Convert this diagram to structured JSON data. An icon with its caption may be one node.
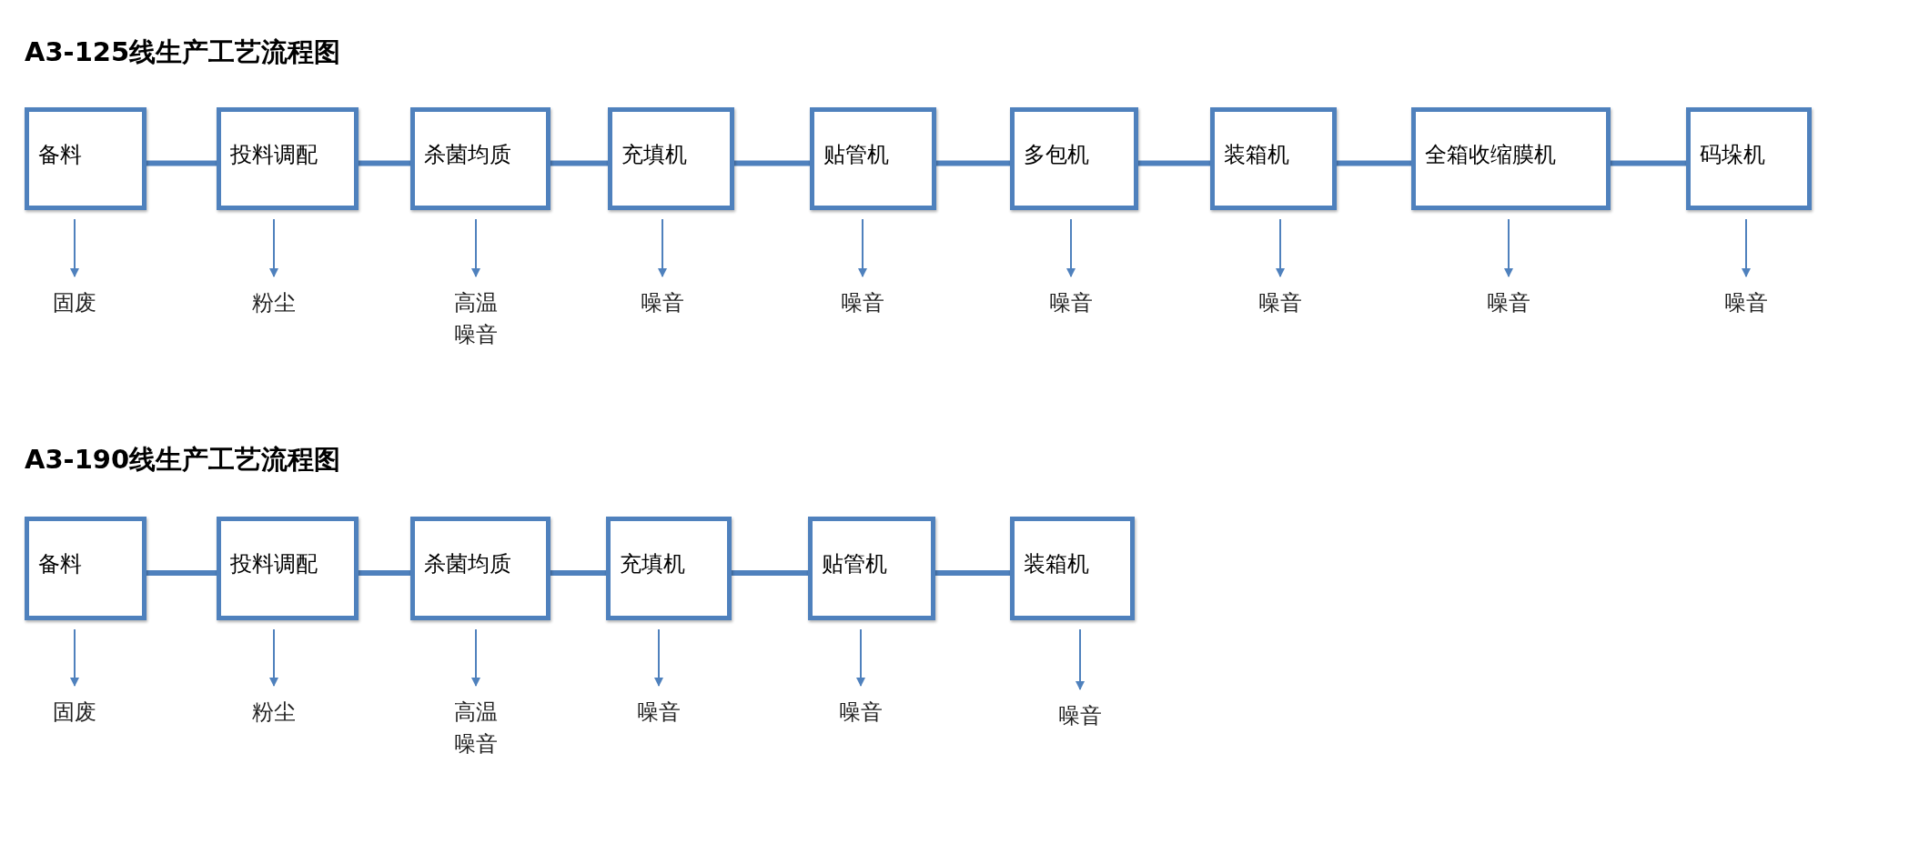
{
  "diagram": {
    "nodes": [
      {
        "text": [
          "备料"
        ]
      },
      {
        "text": [
          "投料调配"
        ]
      },
      {
        "text": [
          "杀菌均质"
        ]
      },
      {
        "text": [
          "充填机"
        ]
      },
      {
        "text": [
          "贴管机"
        ]
      },
      {
        "text": [
          "多包机"
        ]
      },
      {
        "text": [
          "装箱机"
        ]
      },
      {
        "text": [
          "全箱收缩膜机"
        ]
      },
      {
        "text": [
          "码垛机"
        ]
      },
      {
        "text": [
          "固废"
        ]
      },
      {
        "text": [
          "粉尘"
        ]
      },
      {
        "text": [
          "高温噪音"
        ]
      },
      {
        "text": [
          "噪音"
        ]
      },
      {
        "text": [
          "噪音"
        ]
      },
      {
        "text": [
          "噪音"
        ]
      },
      {
        "text": [
          "噪音"
        ]
      },
      {
        "text": [
          "噪音"
        ]
      },
      {
        "text": [
          "噪音"
        ]
      },
      {
        "text": [
          "备料"
        ]
      },
      {
        "text": [
          "投料调配"
        ]
      },
      {
        "text": [
          "杀菌均质"
        ]
      },
      {
        "text": [
          "充填机"
        ]
      },
      {
        "text": [
          "贴管机"
        ]
      },
      {
        "text": [
          "装箱机"
        ]
      },
      {
        "text": [
          "固废"
        ]
      },
      {
        "text": [
          "粉尘"
        ]
      },
      {
        "text": [
          "高温噪音"
        ]
      },
      {
        "text": [
          "噪音"
        ]
      },
      {
        "text": [
          "噪音"
        ]
      },
      {
        "text": [
          "噪音"
        ]
      }
    ],
    "edges": [
      {
        "from": 0,
        "to": 1,
        "arrow": "none",
        "style": "thick"
      },
      {
        "from": 1,
        "to": 2,
        "arrow": "none",
        "style": "thick"
      },
      {
        "from": 2,
        "to": 3,
        "arrow": "none",
        "style": "thick"
      },
      {
        "from": 3,
        "to": 4,
        "arrow": "none",
        "style": "thick"
      },
      {
        "from": 4,
        "to": 5,
        "arrow": "none",
        "style": "thick"
      },
      {
        "from": 5,
        "to": 6,
        "arrow": "none",
        "style": "thick"
      },
      {
        "from": 6,
        "to": 7,
        "arrow": "none",
        "style": "thick"
      },
      {
        "from": 7,
        "to": 8,
        "arrow": "none",
        "style": "thick"
      },
      {
        "from": 0,
        "to": 9,
        "arrow": "to"
      },
      {
        "from": 1,
        "to": 10,
        "arrow": "to"
      },
      {
        "from": 2,
        "to": 11,
        "arrow": "to"
      },
      {
        "from": 3,
        "to": 12,
        "arrow": "to"
      },
      {
        "from": 4,
        "to": 13,
        "arrow": "to"
      },
      {
        "from": 5,
        "to": 14,
        "arrow": "to"
      },
      {
        "from": 6,
        "to": 15,
        "arrow": "to"
      },
      {
        "from": 7,
        "to": 16,
        "arrow": "to"
      },
      {
        "from": 8,
        "to": 17,
        "arrow": "to"
      },
      {
        "from": 18,
        "to": 19,
        "arrow": "none",
        "style": "thick"
      },
      {
        "from": 19,
        "to": 20,
        "arrow": "none",
        "style": "thick"
      },
      {
        "from": 20,
        "to": 21,
        "arrow": "none",
        "style": "thick"
      },
      {
        "from": 21,
        "to": 22,
        "arrow": "none",
        "style": "thick"
      },
      {
        "from": 22,
        "to": 23,
        "arrow": "none",
        "style": "thick"
      },
      {
        "from": 18,
        "to": 24,
        "arrow": "to"
      },
      {
        "from": 19,
        "to": 25,
        "arrow": "to"
      },
      {
        "from": 20,
        "to": 26,
        "arrow": "to"
      },
      {
        "from": 21,
        "to": 27,
        "arrow": "to"
      },
      {
        "from": 22,
        "to": 28,
        "arrow": "to"
      },
      {
        "from": 23,
        "to": 29,
        "arrow": "to"
      }
    ],
    "labels": [
      "A3-125线生产工艺流程图",
      "A3-190线生产工艺流程图"
    ]
  }
}
